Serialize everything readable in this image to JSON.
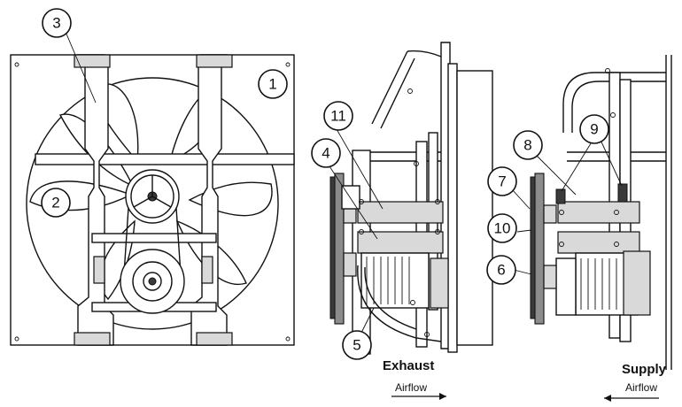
{
  "callouts": {
    "c1": "1",
    "c2": "2",
    "c3": "3",
    "c4": "4",
    "c5": "5",
    "c6": "6",
    "c7": "7",
    "c8": "8",
    "c9": "9",
    "c10": "10",
    "c11": "11"
  },
  "captions": {
    "exhaust_title": "Exhaust",
    "exhaust_sub": "Airflow",
    "supply_title": "Supply",
    "supply_sub": "Airflow"
  }
}
